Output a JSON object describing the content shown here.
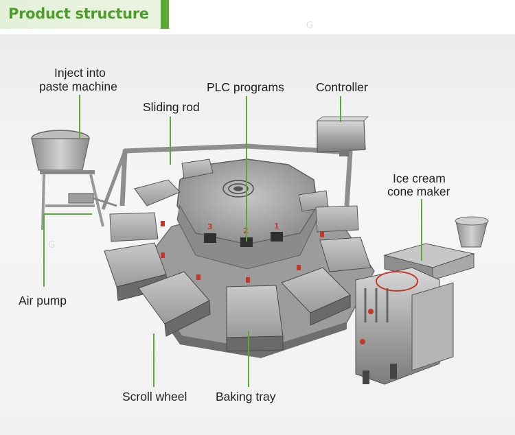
{
  "header": {
    "title": "Product structure"
  },
  "labels": {
    "inject": [
      "Inject into",
      "paste machine"
    ],
    "sliding_rod": "Sliding rod",
    "plc": "PLC programs",
    "controller": "Controller",
    "ice_cream": [
      "Ice cream",
      "cone maker"
    ],
    "air_pump": "Air pump",
    "scroll_wheel": "Scroll wheel",
    "baking_tray": "Baking tray"
  },
  "station_numbers": [
    "3",
    "2",
    "1"
  ],
  "colors": {
    "accent_green": "#5aaa37",
    "header_bg": "#e3f0d8",
    "text": "#1f1f1f"
  }
}
